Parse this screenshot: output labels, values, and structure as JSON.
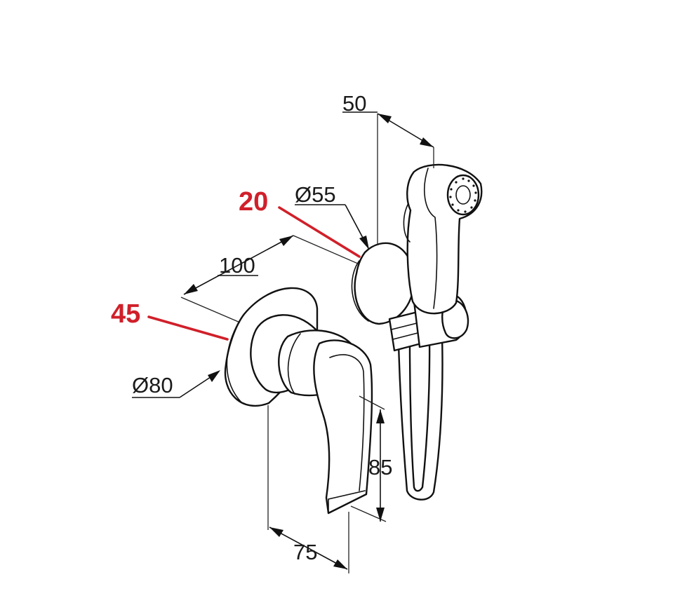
{
  "colors": {
    "line": "#111111",
    "callout": "#d0202a",
    "background": "#ffffff"
  },
  "callouts": {
    "shower_spray_rose": "20",
    "mixer_escutcheon": "45"
  },
  "dimensions": {
    "spray_offset": "50",
    "outlet_diameter": "Ø55",
    "mixer_depth": "100",
    "rosette_diameter": "Ø80",
    "lever_height": "85",
    "lever_projection": "75"
  }
}
